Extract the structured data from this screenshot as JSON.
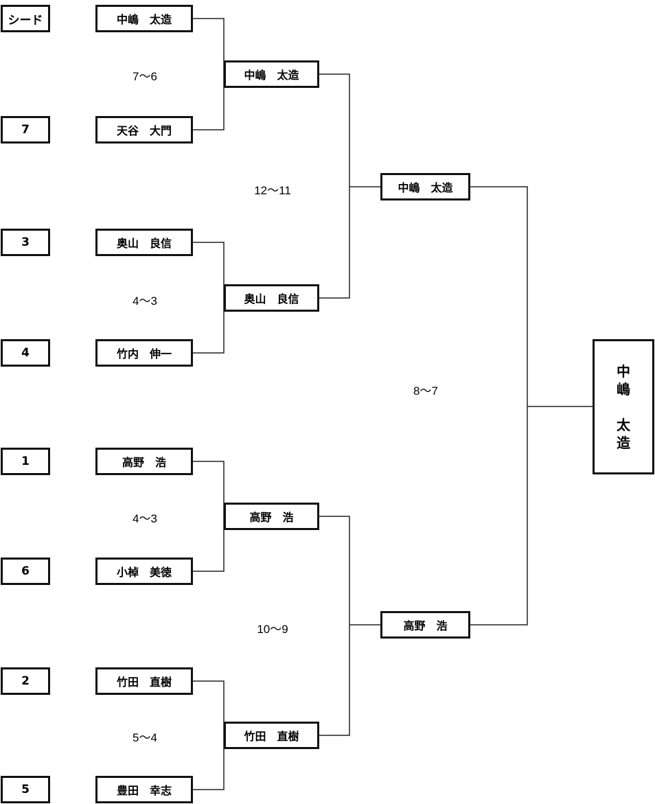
{
  "bracket": {
    "seeds": [
      "シード",
      "7",
      "3",
      "4",
      "1",
      "6",
      "2",
      "5"
    ],
    "round1": [
      "中嶋　太造",
      "天谷　大門",
      "奥山　良信",
      "竹内　伸一",
      "高野　浩",
      "小棹　美徳",
      "竹田　直樹",
      "豊田　幸志"
    ],
    "round1_scores": [
      "7〜6",
      "4〜3",
      "4〜3",
      "5〜4"
    ],
    "round2": [
      "中嶋　太造",
      "奥山　良信",
      "高野　浩",
      "竹田　直樹"
    ],
    "round2_scores": [
      "12〜11",
      "10〜9"
    ],
    "semifinal": [
      "中嶋　太造",
      "高野　浩"
    ],
    "final_score": "8〜7",
    "champion": [
      "中",
      "嶋",
      "",
      "太",
      "造"
    ]
  }
}
